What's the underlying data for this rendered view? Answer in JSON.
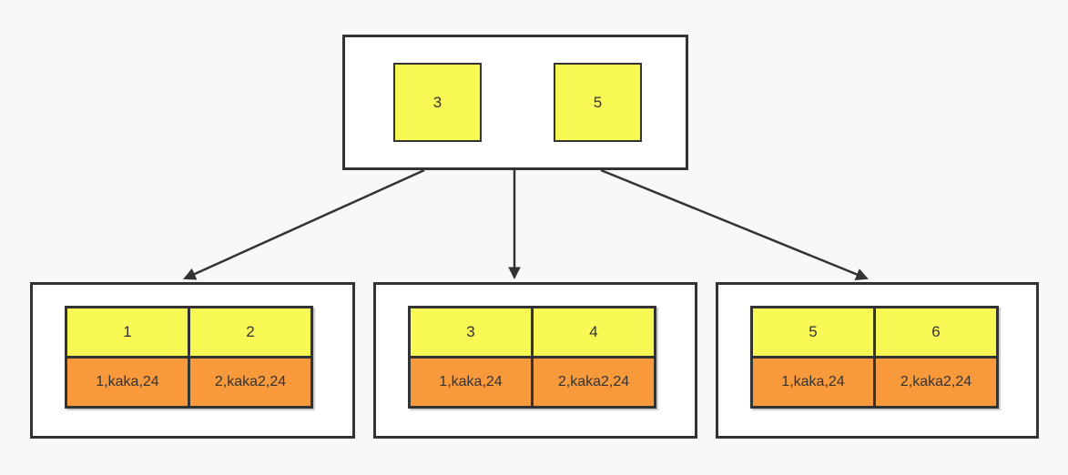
{
  "diagram": {
    "description": "B+ tree structure with one root node and three leaf nodes",
    "root": {
      "keys": [
        "3",
        "5"
      ]
    },
    "leaves": [
      {
        "keys": [
          "1",
          "2"
        ],
        "values": [
          "1,kaka,24",
          "2,kaka2,24"
        ]
      },
      {
        "keys": [
          "3",
          "4"
        ],
        "values": [
          "1,kaka,24",
          "2,kaka2,24"
        ]
      },
      {
        "keys": [
          "5",
          "6"
        ],
        "values": [
          "1,kaka,24",
          "2,kaka2,24"
        ]
      }
    ]
  },
  "colors": {
    "background": "#f8f8f8",
    "node_fill": "#ffffff",
    "border": "#333333",
    "key_cell_fill": "#f9f955",
    "value_cell_fill": "#f89a3c",
    "text": "#333333"
  }
}
